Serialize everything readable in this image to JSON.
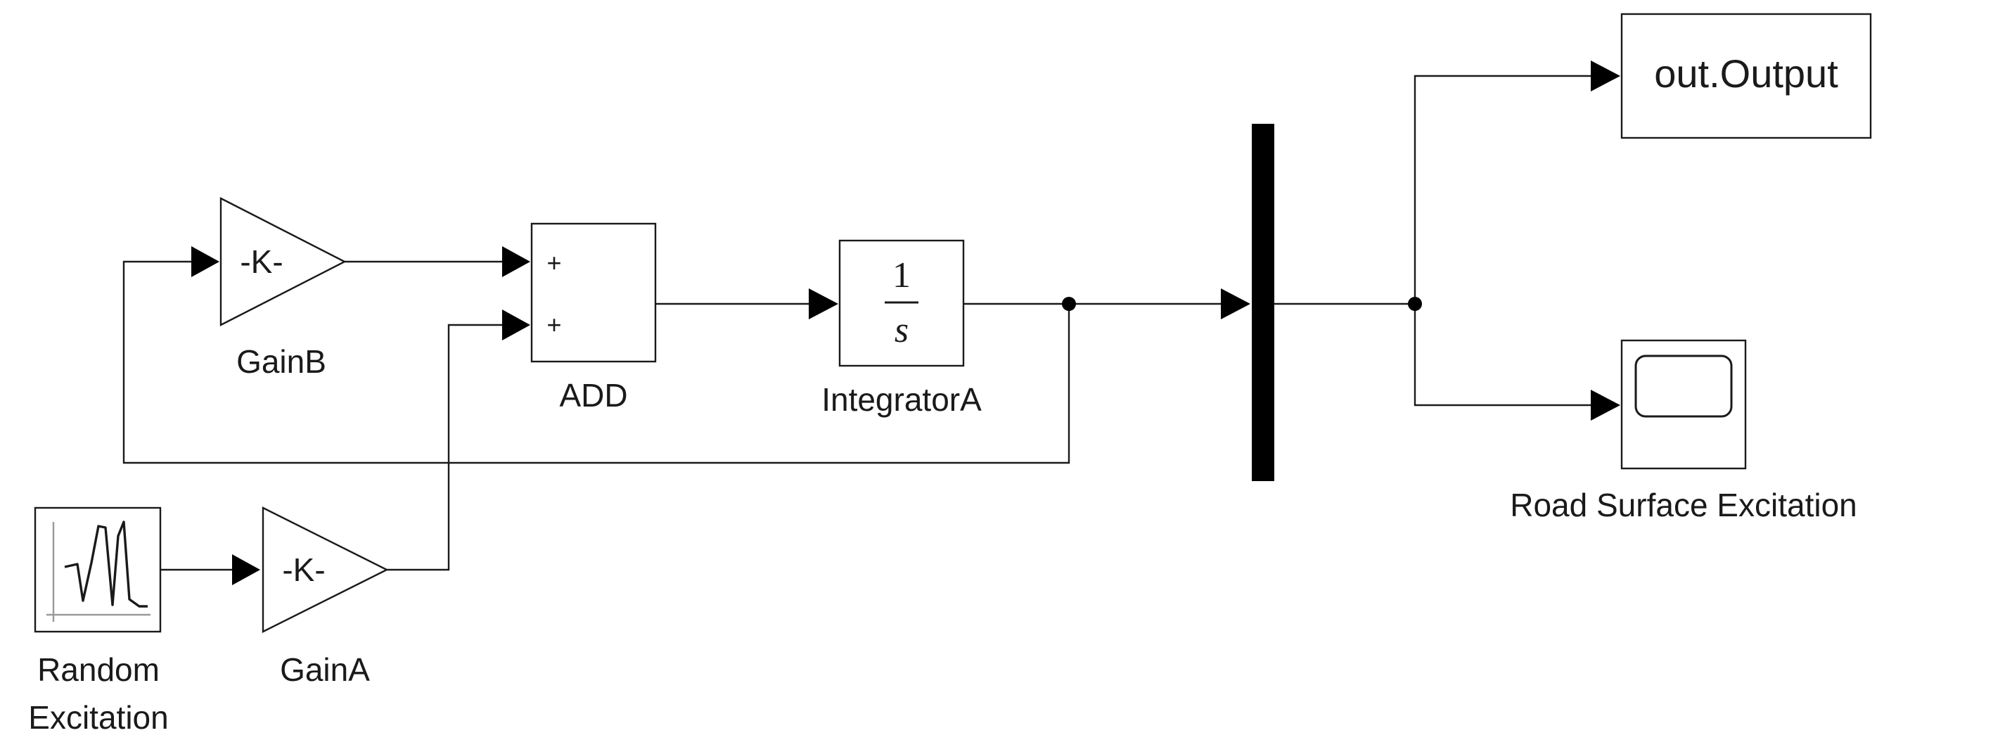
{
  "blocks": {
    "gain_b": {
      "text": "-K-",
      "label": "GainB"
    },
    "gain_a": {
      "text": "-K-",
      "label": "GainA"
    },
    "add": {
      "port1_sign": "+",
      "port2_sign": "+",
      "label": "ADD"
    },
    "integrator": {
      "numerator": "1",
      "denominator": "s",
      "label": "IntegratorA"
    },
    "random_excitation": {
      "label_line1": "Random",
      "label_line2": "Excitation"
    },
    "mux": {
      "label": ""
    },
    "to_workspace": {
      "text": "out.Output"
    },
    "scope": {
      "label": "Road Surface Excitation"
    }
  },
  "colors": {
    "line": "#1a1a1a",
    "background": "#ffffff"
  }
}
